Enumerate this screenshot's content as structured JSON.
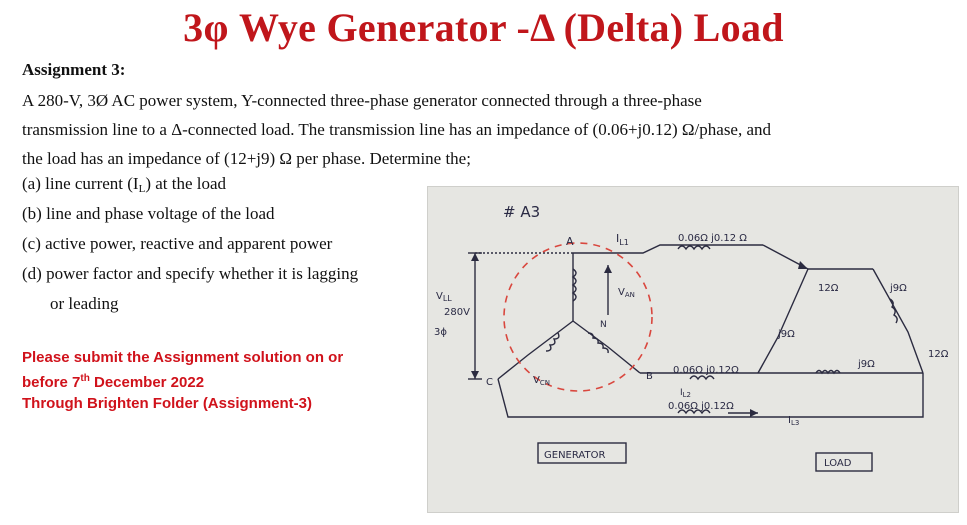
{
  "title": "3φ Wye Generator -Δ (Delta) Load",
  "assignment": {
    "heading": "Assignment 3:",
    "paragraph_line1": "A 280-V, 3Ø AC power system, Y-connected three-phase generator connected through a three-phase",
    "paragraph_line2": "transmission line to a Δ-connected load. The transmission line has an impedance of (0.06+j0.12) Ω/phase, and",
    "paragraph_line3": "the load has an impedance of (12+j9) Ω per phase. Determine the;",
    "questions": {
      "a_pre": "(a) line current (I",
      "a_sub": "L",
      "a_post": ") at the load",
      "b": "(b) line and phase voltage of the load",
      "c": "(c) active power, reactive and apparent power",
      "d1": "(d) power factor and specify whether it is lagging",
      "d2": "or leading"
    }
  },
  "notice": {
    "line1": "Please submit the Assignment solution on or",
    "line2_pre": "before 7",
    "line2_sup": "th",
    "line2_post": " December 2022",
    "line3": "Through Brighten Folder (Assignment-3)"
  },
  "diagram": {
    "heading": "# A3",
    "node_a": "A",
    "node_b": "B",
    "node_c": "C",
    "i_l1": "I",
    "i_l1_sub": "L1",
    "line_z_top": "0.06Ω  j0.12 Ω",
    "line_z_mid": "0.06Ω  j0.12Ω",
    "line_z_bot": "0.06Ω  j0.12Ω",
    "i_l2": "I",
    "i_l2_sub": "L2",
    "i_l3": "I",
    "i_l3_sub": "L3",
    "v_ll": "V",
    "v_ll_sub": "LL",
    "v_280": "280V",
    "three_phase": "3ϕ",
    "v_an": "V",
    "v_an_sub": "AN",
    "v_cn": "V",
    "v_cn_sub": "CN",
    "n_label": "N",
    "load_r_left": "12Ω",
    "load_x_left": "j9Ω",
    "load_x_right_top": "j9Ω",
    "load_r_right": "12Ω",
    "load_x_bottom": "j9Ω",
    "generator_label": "GENERATOR",
    "load_label": "LOAD"
  }
}
